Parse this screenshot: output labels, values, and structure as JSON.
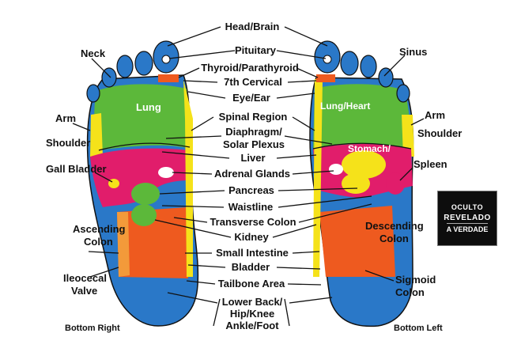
{
  "labels": {
    "head_brain": "Head/Brain",
    "neck": "Neck",
    "sinus": "Sinus",
    "pituitary": "Pituitary",
    "thyroid": "Thyroid/Parathyroid",
    "cervical": "7th Cervical",
    "eye_ear": "Eye/Ear",
    "spinal": "Spinal Region",
    "diaphragm_1": "Diaphragm/",
    "diaphragm_2": "Solar Plexus",
    "liver": "Liver",
    "adrenal": "Adrenal Glands",
    "pancreas": "Pancreas",
    "waistline": "Waistline",
    "transverse": "Transverse Colon",
    "kidney": "Kidney",
    "small_intestine": "Small Intestine",
    "bladder": "Bladder",
    "tailbone": "Tailbone Area",
    "lower_back_1": "Lower Back/",
    "lower_back_2": "Hip/Knee",
    "lower_back_3": "Ankle/Foot",
    "arm_left": "Arm",
    "shoulder_left": "Shoulder",
    "arm_right": "Arm",
    "shoulder_right": "Shoulder",
    "gall_bladder": "Gall Bladder",
    "spleen": "Spleen",
    "ascending_1": "Ascending",
    "ascending_2": "Colon",
    "descending_1": "Descending",
    "descending_2": "Colon",
    "ileocecal_1": "Ileocecal",
    "ileocecal_2": "Valve",
    "sigmoid_1": "Sigmoid",
    "sigmoid_2": "Colon",
    "lung": "Lung",
    "lung_heart": "Lung/Heart",
    "stomach": "Stomach/",
    "bottom_right": "Bottom Right",
    "bottom_left": "Bottom Left"
  },
  "watermark": {
    "line1": "OCULTO",
    "line2": "REVELADO",
    "line3": "A VERDADE"
  },
  "colors": {
    "blue": "#2a78c8",
    "green": "#5cb83a",
    "yellow": "#f5e21a",
    "pink": "#e11d6b",
    "orange": "#ee5a1f",
    "light_orange": "#f39a3a",
    "white": "#ffffff"
  }
}
